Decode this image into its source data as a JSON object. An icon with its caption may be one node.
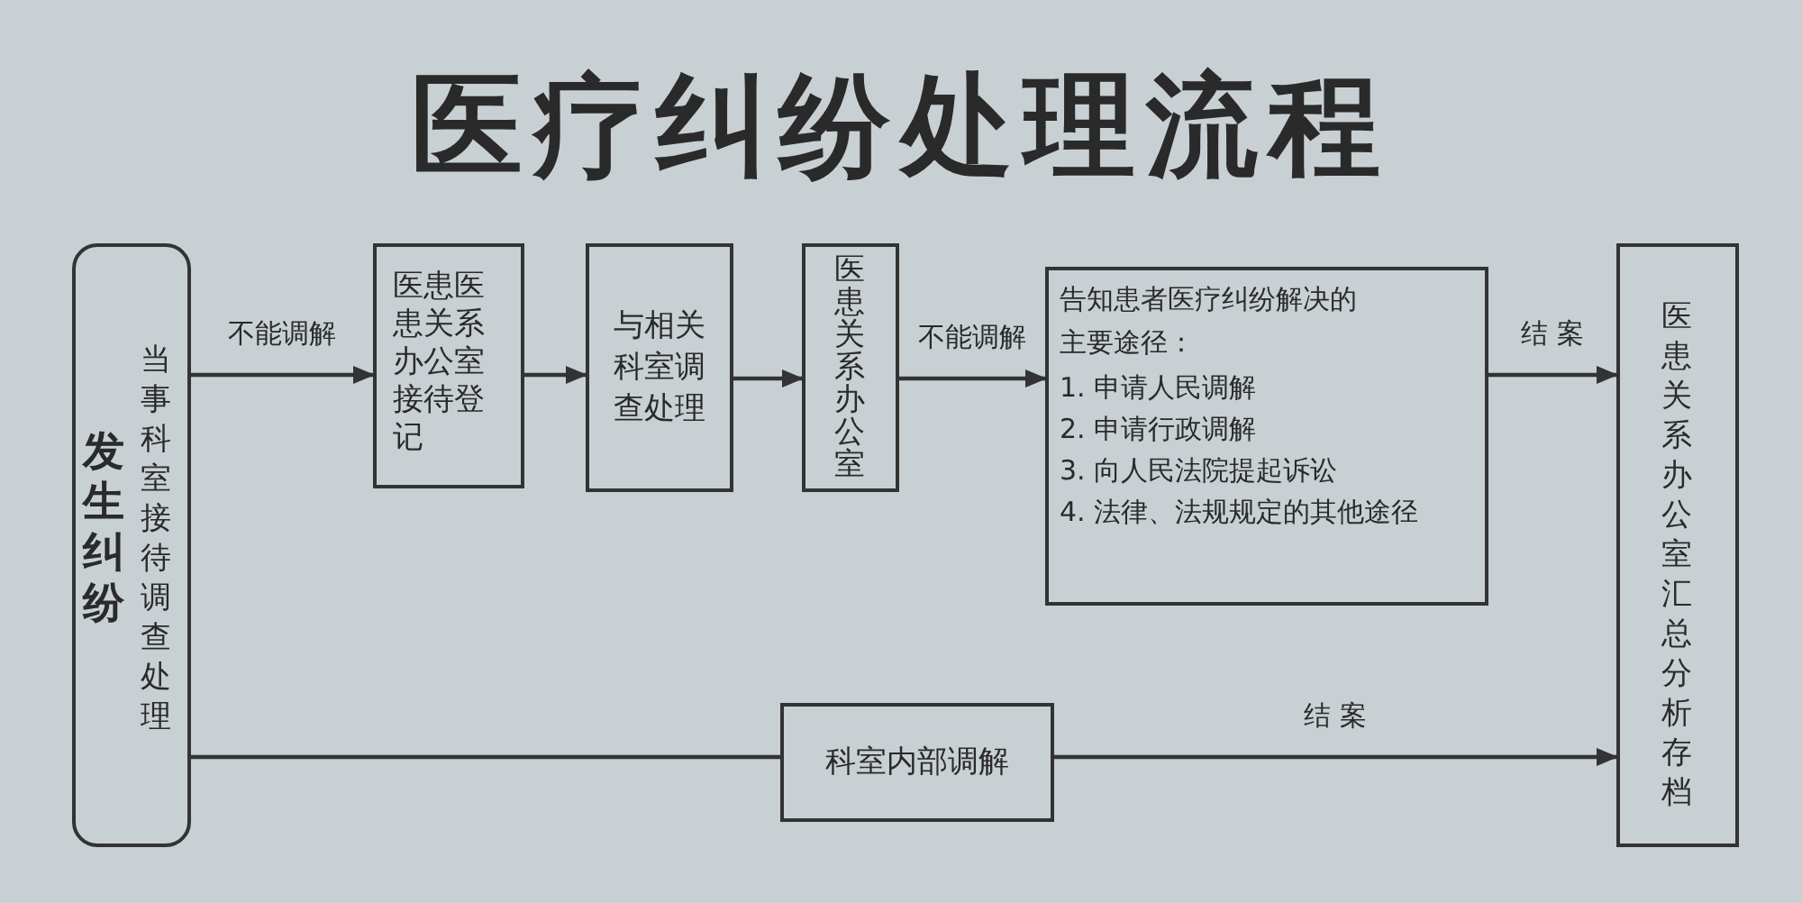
{
  "diagram": {
    "title": "医疗纠纷处理流程",
    "nodes": [
      {
        "text": [
          "发生纠纷",
          "当事科室接待调查处理"
        ]
      },
      {
        "text": [
          "医患医患关系办公室接待登记"
        ]
      },
      {
        "text": [
          "与相关科室调查处理"
        ]
      },
      {
        "text": [
          "医患关系办公室"
        ]
      },
      {
        "text": [
          "告知患者医疗纠纷解决的主要途径：",
          "1. 申请人民调解",
          "2. 申请行政调解",
          "3. 向人民法院提起诉讼",
          "4. 法律、法规规定的其他途径"
        ]
      },
      {
        "text": [
          "医患关系办公室汇总分析存档"
        ]
      },
      {
        "text": [
          "科室内部调解"
        ]
      }
    ],
    "edges": [
      {
        "from": 0,
        "to": 1,
        "arrow": "to",
        "label": "不能调解"
      },
      {
        "from": 1,
        "to": 2,
        "arrow": "to"
      },
      {
        "from": 2,
        "to": 3,
        "arrow": "to"
      },
      {
        "from": 3,
        "to": 4,
        "arrow": "to",
        "label": "不能调解"
      },
      {
        "from": 4,
        "to": 5,
        "arrow": "to",
        "label": "结 案"
      },
      {
        "from": 0,
        "to": 6,
        "arrow": "none"
      },
      {
        "from": 6,
        "to": 5,
        "arrow": "to",
        "label": "结 案"
      }
    ]
  }
}
